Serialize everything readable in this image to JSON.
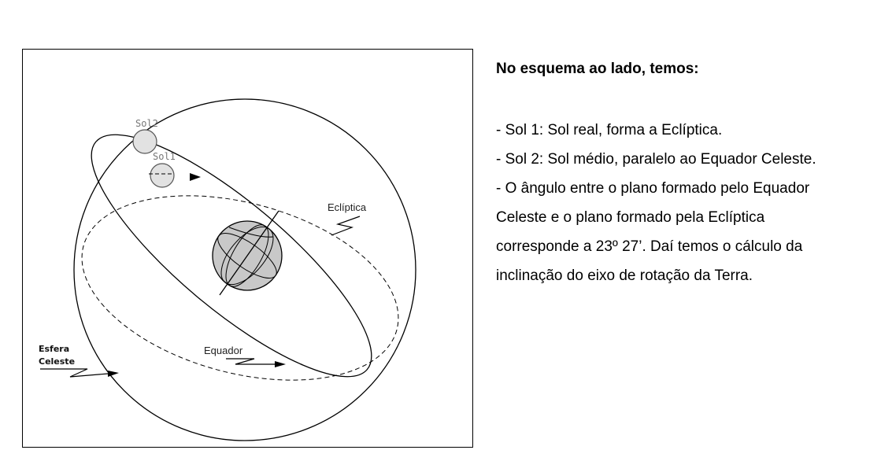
{
  "diagram": {
    "labels": {
      "sol2": "Sol2",
      "sol1": "Sol1",
      "ecliptica": "Eclíptica",
      "equador": "Equador",
      "esfera_line1": "Esfera",
      "esfera_line2": "Celeste"
    }
  },
  "text": {
    "title": "No esquema ao lado, temos:",
    "lines": [
      "- Sol 1: Sol real, forma a Eclíptica.",
      "- Sol 2: Sol médio, paralelo ao Equador Celeste.",
      "- O ângulo entre o plano formado pelo Equador",
      "Celeste e o plano formado pela Eclíptica",
      "corresponde a 23º 27’.  Daí temos o cálculo da",
      "inclinação do eixo de rotação da Terra."
    ]
  }
}
